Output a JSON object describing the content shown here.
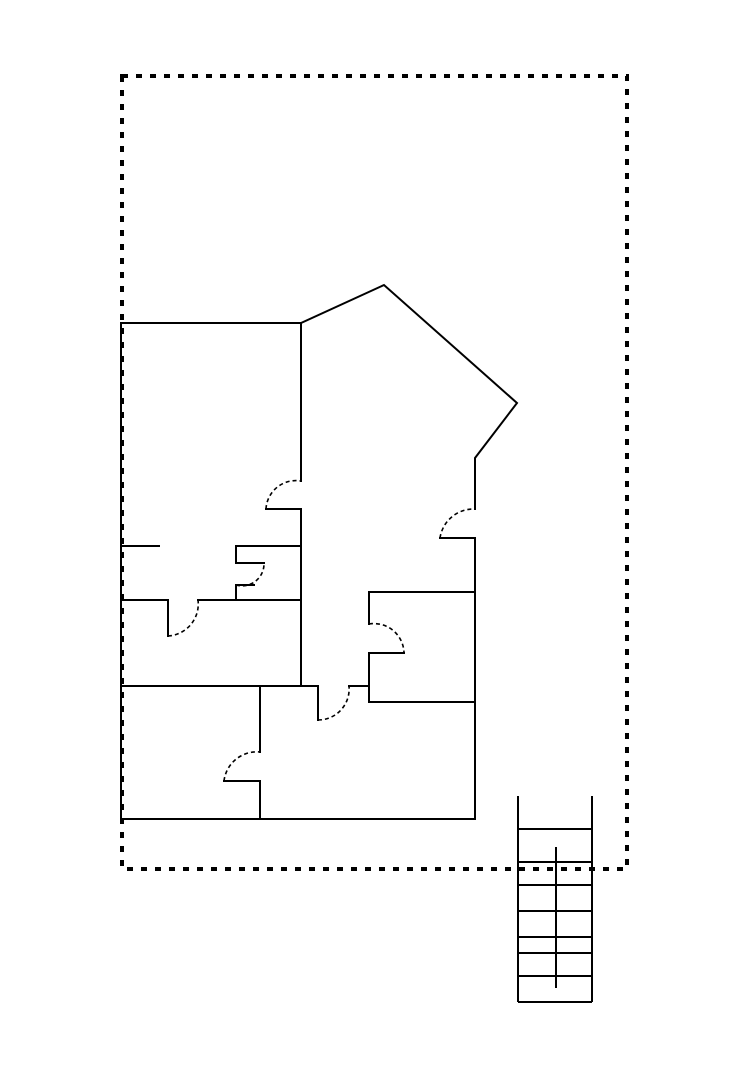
{
  "diagram": {
    "kind": "floor-plan",
    "line_color": "#000000",
    "background": "#ffffff",
    "rooms": 8,
    "doors": 7,
    "stair_steps": 8,
    "parts": [
      "property-boundary",
      "exterior-walls",
      "interior-walls",
      "door-swings",
      "exterior-stairs"
    ]
  }
}
